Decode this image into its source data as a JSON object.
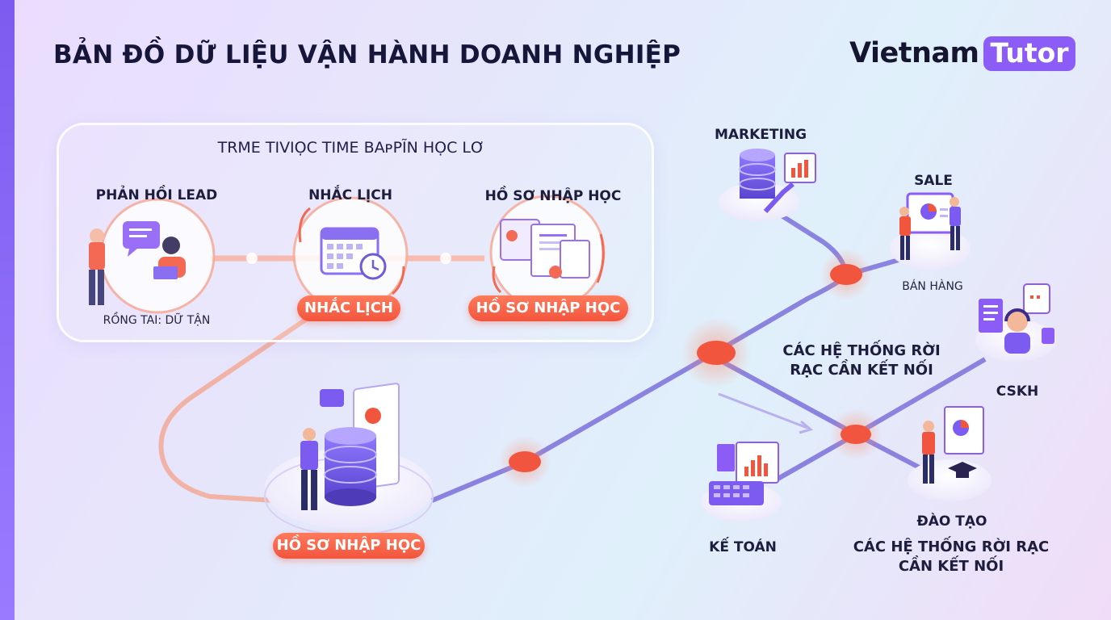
{
  "title": "BẢN ĐỒ DỮ LIỆU VẬN HÀNH DOANH NGHIỆP",
  "logo": {
    "part1": "Vietnam",
    "part2": "Tutor"
  },
  "panel": {
    "title": "TRME TIVIỌC TIME BAᴘPĨN HỌC LƠ",
    "steps": [
      {
        "label": "PHẢN HỒI LEAD",
        "caption": "RỒNG TAI: DỮ TẬN"
      },
      {
        "label": "NHẮC LỊCH",
        "pill": "NHẮC LỊCH"
      },
      {
        "label": "HỒ SƠ NHẬP HỌC",
        "pill": "HỒ SƠ NHẬP HỌC"
      }
    ]
  },
  "central_db": {
    "pill": "HỒ SƠ NHẬP HỌC"
  },
  "departments": {
    "marketing": "MARKETING",
    "sale": "SALE",
    "sale_caption": "BÁN HÀNG",
    "disconnected": "CÁC HỆ THỐNG RỜI RẠC CẦN KẾT NỐI",
    "cskh": "CSKH",
    "accounting": "KẾ TOÁN",
    "training": "ĐÀO TẠO",
    "training_caption": "CÁC HỆ THỐNG RỜI RẠC CẦN KẾT NỐI"
  },
  "colors": {
    "accent": "#8b5cf6",
    "orange": "#f2553d",
    "line": "#6d5fd6",
    "dark": "#15163a"
  }
}
